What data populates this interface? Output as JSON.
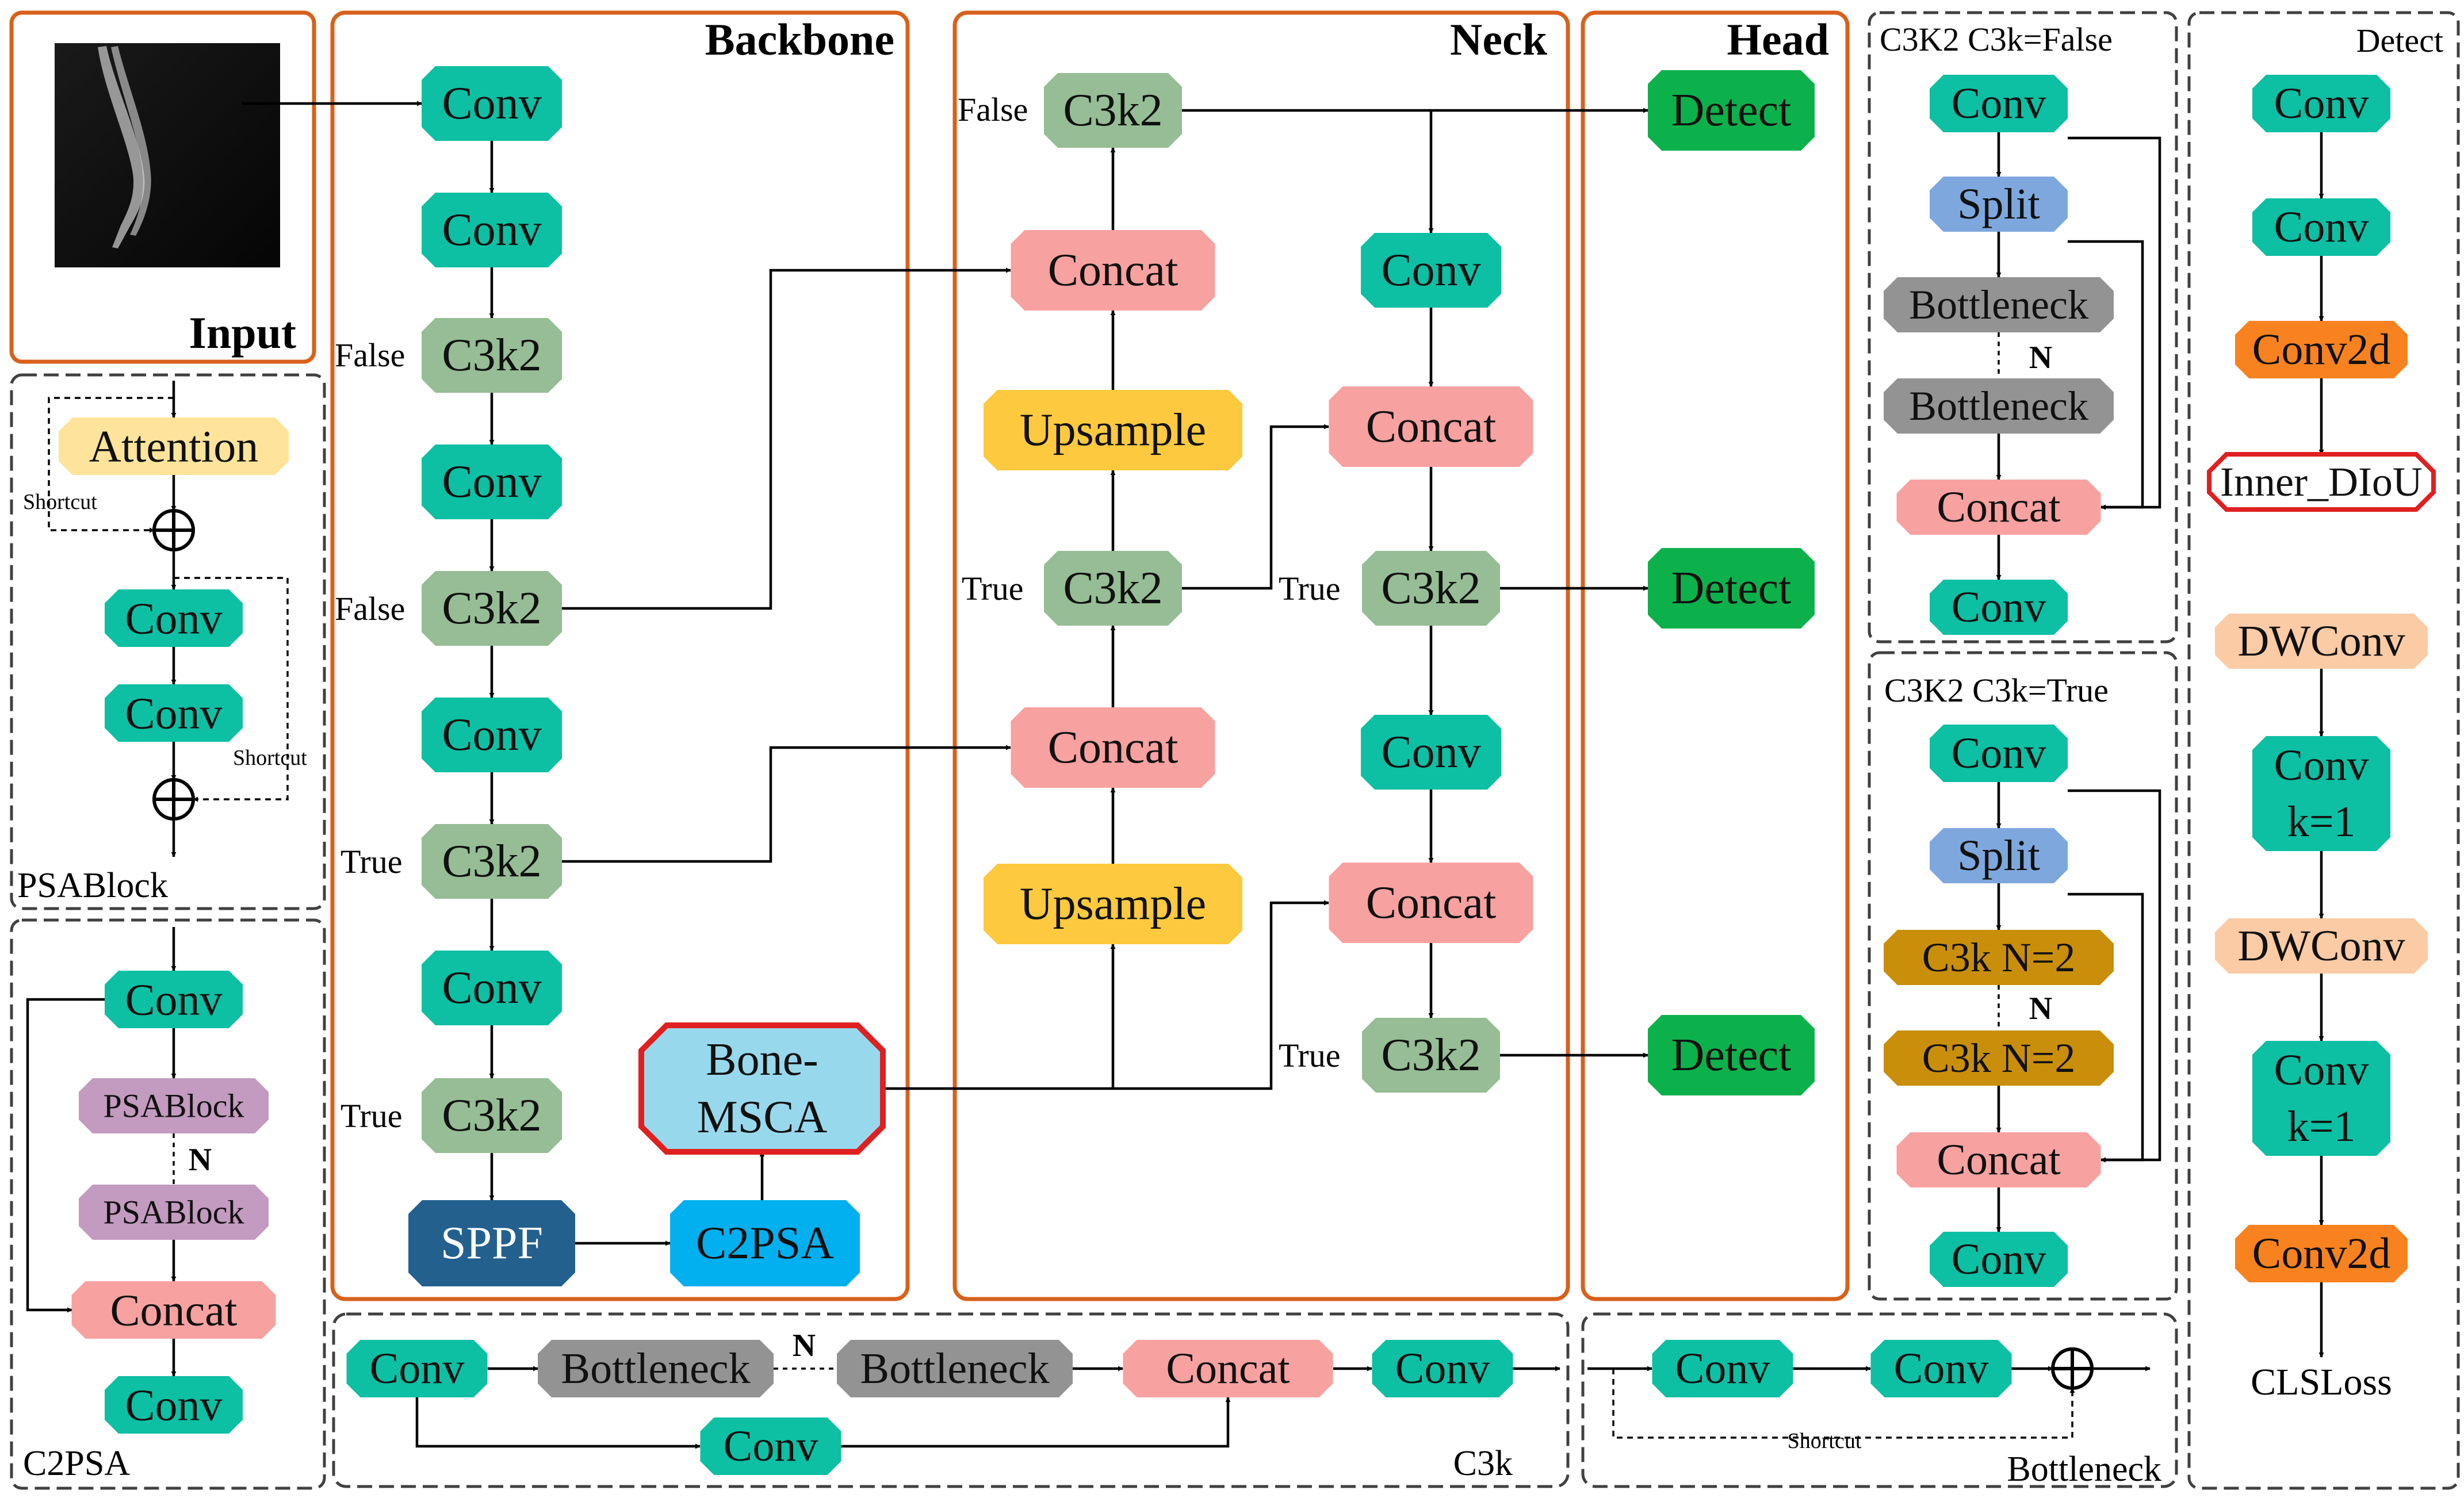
{
  "colors": {
    "conv": "#0dbfa3",
    "c3k2": "#96bd95",
    "concat": "#f7a1a1",
    "upsample": "#fdc93e",
    "detect": "#0db14b",
    "sppf": "#23608e",
    "c2psa": "#02b0f0",
    "bonemsca": "#98d8ec",
    "bonemsca_border": "#e02020",
    "split": "#7ea7dd",
    "bottleneck": "#939393",
    "attention": "#fde49a",
    "psablock": "#c39ac0",
    "c3k": "#c98f0a",
    "conv2d": "#f7821f",
    "dwconv": "#fbcba5",
    "frame_orange": "#d8611b",
    "frame_dash": "#404040"
  },
  "sections": {
    "input": "Input",
    "backbone": "Backbone",
    "neck": "Neck",
    "head": "Head",
    "psablock": "PSABlock",
    "c2psa": "C2PSA",
    "c3k": "C3k",
    "bottleneck": "Bottleneck",
    "c3k2_false": "C3K2 C3k=False",
    "c3k2_true": "C3K2 C3k=True",
    "detect": "Detect"
  },
  "backbone": {
    "conv1": "Conv",
    "conv2": "Conv",
    "c3k2_1": "C3k2",
    "conv3": "Conv",
    "c3k2_2": "C3k2",
    "conv4": "Conv",
    "c3k2_3": "C3k2",
    "conv5": "Conv",
    "c3k2_4": "C3k2",
    "sppf": "SPPF",
    "c2psa": "C2PSA",
    "bonemsca_1": "Bone-",
    "bonemsca_2": "MSCA",
    "flag_1": "False",
    "flag_2": "False",
    "flag_3": "True",
    "flag_4": "True"
  },
  "neck": {
    "c3k2_top": "C3k2",
    "flag_top": "False",
    "concat_1": "Concat",
    "upsample_1": "Upsample",
    "c3k2_mid": "C3k2",
    "flag_mid": "True",
    "concat_2": "Concat",
    "upsample_2": "Upsample",
    "conv_r1": "Conv",
    "concat_r1": "Concat",
    "c3k2_r1": "C3k2",
    "flag_r1": "True",
    "conv_r2": "Conv",
    "concat_r2": "Concat",
    "c3k2_r2": "C3k2",
    "flag_r2": "True"
  },
  "head": {
    "detect_1": "Detect",
    "detect_2": "Detect",
    "detect_3": "Detect"
  },
  "psablock": {
    "attention": "Attention",
    "conv1": "Conv",
    "conv2": "Conv",
    "shortcut_1": "Shortcut",
    "shortcut_2": "Shortcut"
  },
  "c2psa": {
    "conv1": "Conv",
    "psablock1": "PSABlock",
    "n": "N",
    "psablock2": "PSABlock",
    "concat": "Concat",
    "conv2": "Conv"
  },
  "c3k": {
    "conv1": "Conv",
    "bottleneck1": "Bottleneck",
    "n": "N",
    "bottleneck2": "Bottleneck",
    "concat": "Concat",
    "conv2": "Conv",
    "conv3": "Conv"
  },
  "bottleneck_block": {
    "conv1": "Conv",
    "conv2": "Conv",
    "shortcut": "Shortcut"
  },
  "c3k2_false": {
    "conv1": "Conv",
    "split": "Split",
    "bottleneck1": "Bottleneck",
    "n": "N",
    "bottleneck2": "Bottleneck",
    "concat": "Concat",
    "conv2": "Conv"
  },
  "c3k2_true": {
    "conv1": "Conv",
    "split": "Split",
    "c3k1": "C3k N=2",
    "n": "N",
    "c3k2": "C3k N=2",
    "concat": "Concat",
    "conv2": "Conv"
  },
  "detect_block": {
    "conv1": "Conv",
    "conv2": "Conv",
    "conv2d_1": "Conv2d",
    "inner_diou": "Inner_DIoU",
    "dwconv1": "DWConv",
    "convk1_1a": "Conv",
    "convk1_1b": "k=1",
    "dwconv2": "DWConv",
    "convk1_2a": "Conv",
    "convk1_2b": "k=1",
    "conv2d_2": "Conv2d",
    "clsloss": "CLSLoss"
  }
}
